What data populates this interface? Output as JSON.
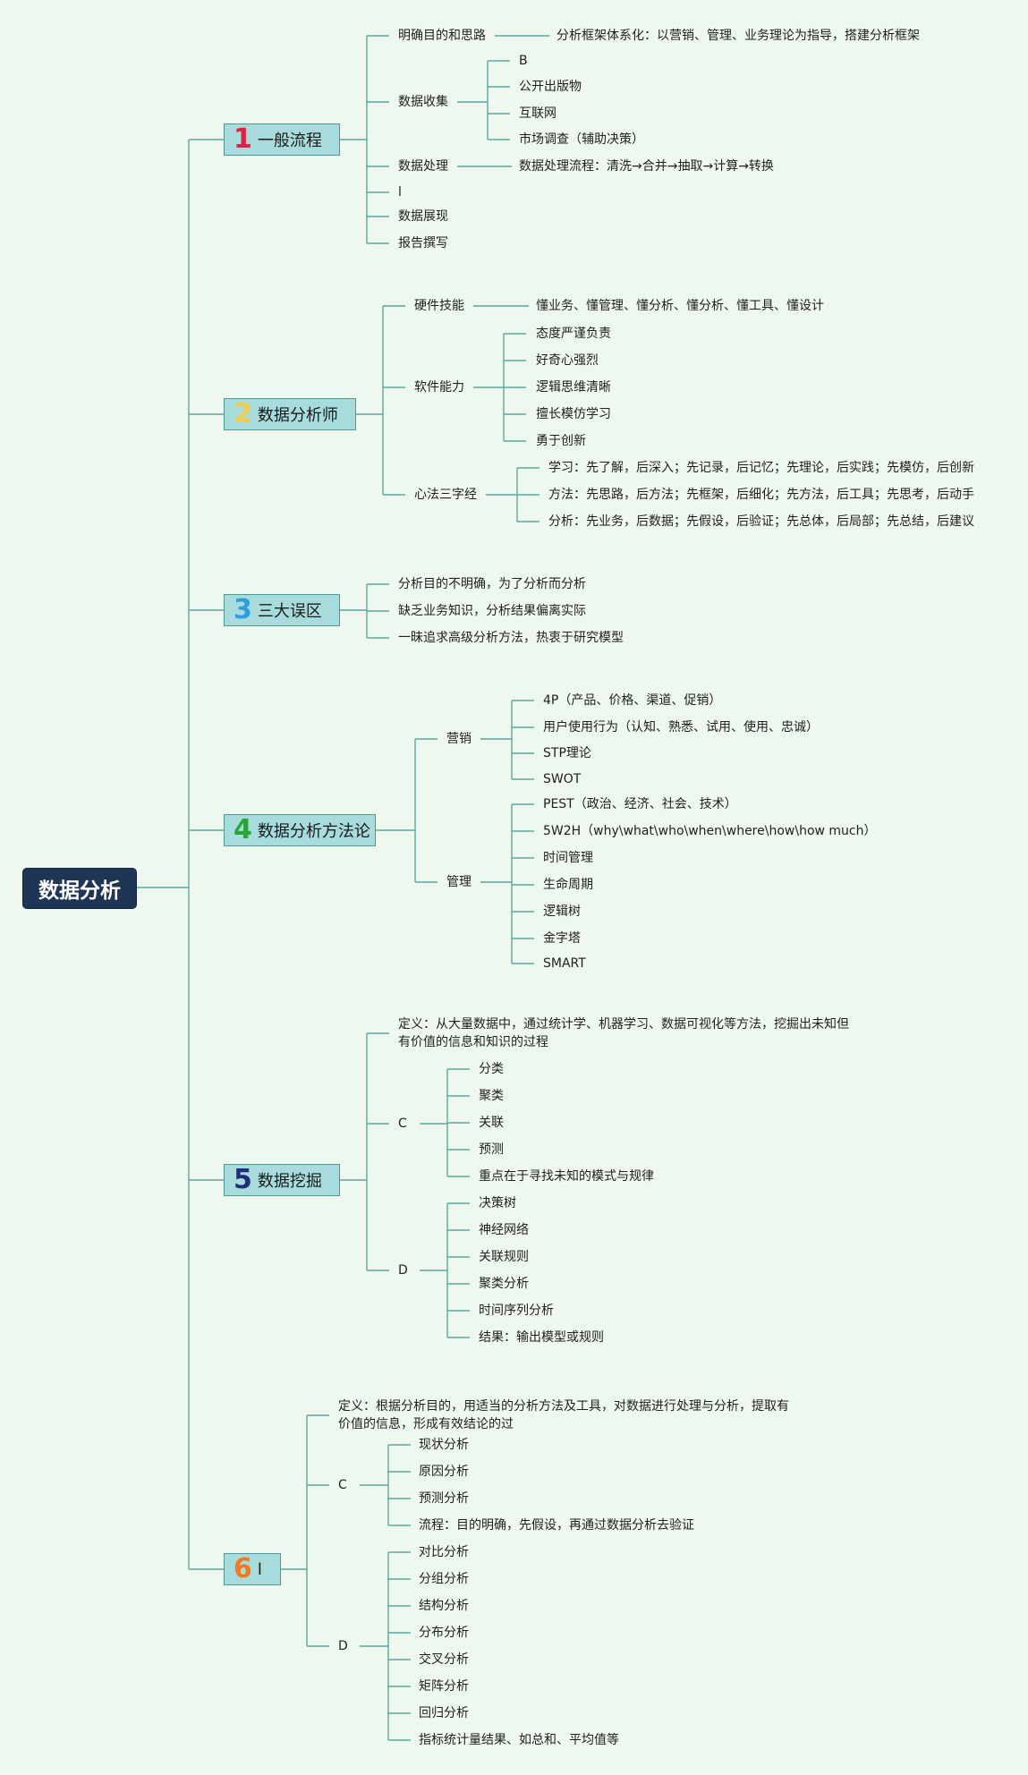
{
  "root": {
    "label": "数据分析"
  },
  "colors": {
    "line": "#5aa89e",
    "branch_fill": "#a8dcdc",
    "root_fill": "#1f3556"
  },
  "branches": [
    {
      "number": "1",
      "number_color": "#e02045",
      "label": "一般流程",
      "children": [
        {
          "label": "明确目的和思路",
          "children": [
            {
              "label": "分析框架体系化：以营销、管理、业务理论为指导，搭建分析框架"
            }
          ]
        },
        {
          "label": "数据收集",
          "children": [
            {
              "label": "B"
            },
            {
              "label": "公开出版物"
            },
            {
              "label": "互联网"
            },
            {
              "label": "市场调查（辅助决策）"
            }
          ]
        },
        {
          "label": "数据处理",
          "children": [
            {
              "label": "数据处理流程：清洗→合并→抽取→计算→转换"
            }
          ]
        },
        {
          "label": "l"
        },
        {
          "label": "数据展现"
        },
        {
          "label": "报告撰写"
        }
      ]
    },
    {
      "number": "2",
      "number_color": "#f2cc4a",
      "label": "数据分析师",
      "children": [
        {
          "label": "硬件技能",
          "children": [
            {
              "label": "懂业务、懂管理、懂分析、懂分析、懂工具、懂设计"
            }
          ]
        },
        {
          "label": "软件能力",
          "children": [
            {
              "label": "态度严谨负责"
            },
            {
              "label": "好奇心强烈"
            },
            {
              "label": "逻辑思维清晰"
            },
            {
              "label": "擅长模仿学习"
            },
            {
              "label": "勇于创新"
            }
          ]
        },
        {
          "label": "心法三字经",
          "children": [
            {
              "label": "学习：先了解，后深入；先记录，后记忆；先理论，后实践；先模仿，后创新"
            },
            {
              "label": "方法：先思路，后方法；先框架，后细化；先方法，后工具；先思考，后动手"
            },
            {
              "label": "分析：先业务，后数据；先假设，后验证；先总体，后局部；先总结，后建议"
            }
          ]
        }
      ]
    },
    {
      "number": "3",
      "number_color": "#2e9ee0",
      "label": "三大误区",
      "children": [
        {
          "label": "分析目的不明确，为了分析而分析"
        },
        {
          "label": "缺乏业务知识，分析结果偏离实际"
        },
        {
          "label": "一昧追求高级分析方法，热衷于研究模型"
        }
      ]
    },
    {
      "number": "4",
      "number_color": "#2aa33a",
      "label": "数据分析方法论",
      "children": [
        {
          "label": "营销",
          "children": [
            {
              "label": "4P（产品、价格、渠道、促销）"
            },
            {
              "label": "用户使用行为（认知、熟悉、试用、使用、忠诚）"
            },
            {
              "label": "STP理论"
            },
            {
              "label": "SWOT"
            }
          ]
        },
        {
          "label": "管理",
          "children": [
            {
              "label": "PEST（政治、经济、社会、技术）"
            },
            {
              "label": "5W2H（why\\what\\who\\when\\where\\how\\how much）"
            },
            {
              "label": "时间管理"
            },
            {
              "label": "生命周期"
            },
            {
              "label": "逻辑树"
            },
            {
              "label": "金字塔"
            },
            {
              "label": "SMART"
            }
          ]
        }
      ]
    },
    {
      "number": "5",
      "number_color": "#1f2f7a",
      "label": "数据挖掘",
      "children": [
        {
          "label": "定义：从大量数据中，通过统计学、机器学习、数据可视化等方法，挖掘出未知但有价值的信息和知识的过程"
        },
        {
          "label": "C",
          "children": [
            {
              "label": "分类"
            },
            {
              "label": "聚类"
            },
            {
              "label": "关联"
            },
            {
              "label": "预测"
            },
            {
              "label": "重点在于寻找未知的模式与规律"
            }
          ]
        },
        {
          "label": "D",
          "children": [
            {
              "label": "决策树"
            },
            {
              "label": "神经网络"
            },
            {
              "label": "关联规则"
            },
            {
              "label": "聚类分析"
            },
            {
              "label": "时间序列分析"
            },
            {
              "label": "结果：输出模型或规则"
            }
          ]
        }
      ]
    },
    {
      "number": "6",
      "number_color": "#f07a1e",
      "label": "l",
      "children": [
        {
          "label": "定义：根据分析目的，用适当的分析方法及工具，对数据进行处理与分析，提取有价值的信息，形成有效结论的过"
        },
        {
          "label": "C",
          "children": [
            {
              "label": "现状分析"
            },
            {
              "label": "原因分析"
            },
            {
              "label": "预测分析"
            },
            {
              "label": "流程：目的明确，先假设，再通过数据分析去验证"
            }
          ]
        },
        {
          "label": "D",
          "children": [
            {
              "label": "对比分析"
            },
            {
              "label": "分组分析"
            },
            {
              "label": "结构分析"
            },
            {
              "label": "分布分析"
            },
            {
              "label": "交叉分析"
            },
            {
              "label": "矩阵分析"
            },
            {
              "label": "回归分析"
            },
            {
              "label": "指标统计量结果、如总和、平均值等"
            }
          ]
        }
      ]
    }
  ]
}
